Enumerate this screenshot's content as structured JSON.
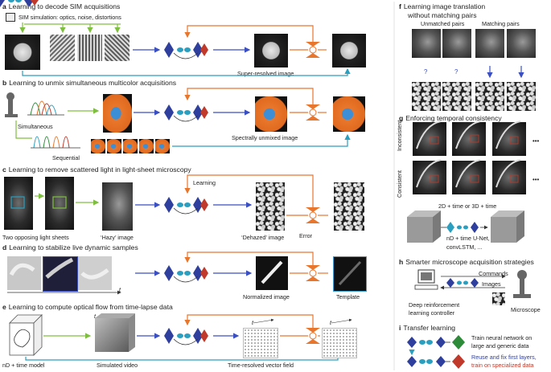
{
  "panels": {
    "a": {
      "letter": "a",
      "title": "Learning to decode SIM acquisitions",
      "sub": "SIM simulation: optics, noise, distortions",
      "out": "Super-resolved image"
    },
    "b": {
      "letter": "b",
      "title": "Learning to unmix simultaneous multicolor acquisitions",
      "simultaneous": "Simultaneous",
      "sequential": "Sequential",
      "out": "Spectrally unmixed image"
    },
    "c": {
      "letter": "c",
      "title": "Learning to remove scattered light in light-sheet microscopy",
      "learning": "Learning",
      "hazy": "‘Hazy’ image",
      "dehazed": "‘Dehazed’ image",
      "error": "Error",
      "sheets": "Two opposing light sheets"
    },
    "d": {
      "letter": "d",
      "title": "Learning to stabilize live dynamic samples",
      "t": "t",
      "out": "Normalized image",
      "template": "Template"
    },
    "e": {
      "letter": "e",
      "title": "Learning to compute optical flow from time-lapse data",
      "model": "nD + time model",
      "video": "Simulated video",
      "field": "Time-resolved vector field",
      "t1": "t",
      "t2": "t",
      "t3": "t"
    },
    "f": {
      "letter": "f",
      "title1": "Learning image translation",
      "title2": "without matching pairs",
      "unmatched": "Unmatched pairs",
      "matched": "Matching pairs",
      "q1": "?",
      "q2": "?"
    },
    "g": {
      "letter": "g",
      "title": "Enforcing temporal consistency",
      "inconsistent": "Inconsistent",
      "consistent": "Consistent",
      "dots1": "•••",
      "dots2": "•••",
      "dims": "2D + time or 3D + time",
      "net1": "nD + time U-Net,",
      "net2": "convLSTM, ..."
    },
    "h": {
      "letter": "h",
      "title": "Smarter microscope acquisition strategies",
      "commands": "Commands",
      "images": "Images",
      "controller1": "Deep reinforcement",
      "controller2": "learning controller",
      "microscope": "Microscope"
    },
    "i": {
      "letter": "i",
      "title": "Transfer learning",
      "line1a": "Train neural network on",
      "line1b": "large and generic data",
      "line2a": "Reuse and fix first layers,",
      "line2b": "train on specialized data"
    }
  },
  "colors": {
    "blue": "#2f3f9e",
    "teal": "#2a9fbf",
    "orange": "#e8762d",
    "red": "#c0392b",
    "green": "#2e8b3a",
    "arrowBlue": "#3b4fc4",
    "gradGreen": "#7fbf3f"
  }
}
